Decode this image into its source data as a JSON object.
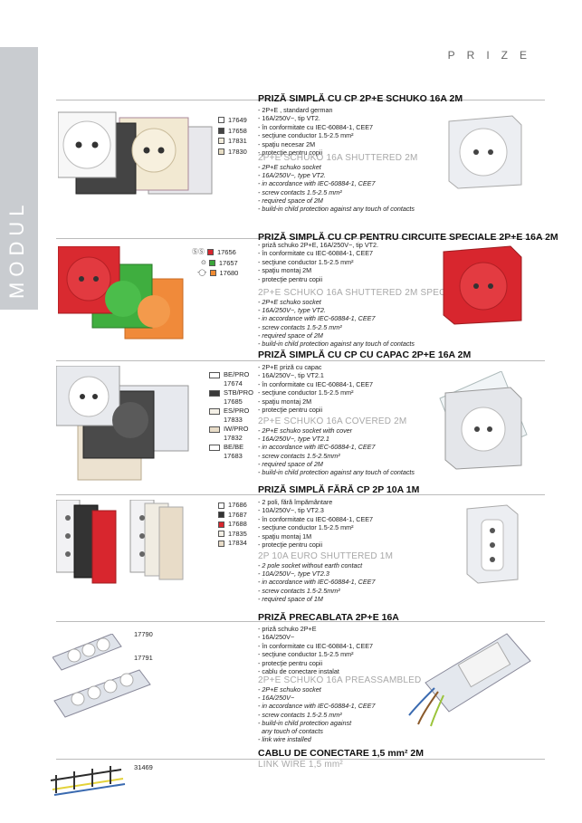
{
  "sidebar": {
    "label": "MODUL"
  },
  "category": "PRIZE",
  "products": [
    {
      "title": "PRIZĂ SIMPLĂ CU CP 2P+E SCHUKO 16A 2M",
      "ro": [
        "- 2P+E , standard german",
        "- 16A/250V~, tip VT2.",
        "- în conformitate cu IEC-60884-1, CEE7",
        "- secţiune conductor 1.5-2.5 mm²",
        "- spaţiu necesar 2M",
        "- protecţie pentru copii"
      ],
      "en_title": "2P+E SCHUKO 16A SHUTTERED 2M",
      "en": [
        "- 2P+E schuko socket",
        "- 16A/250V~, type VT2.",
        "- in accordance with IEC-60884-1, CEE7",
        "- screw contacts 1.5-2.5 mm²",
        "- required space of 2M",
        "- build-in child protection against any touch of contacts"
      ],
      "codes": [
        {
          "code": "17649",
          "color": "#ffffff"
        },
        {
          "code": "17658",
          "color": "#444444"
        },
        {
          "code": "17831",
          "color": "#f2ecdc"
        },
        {
          "code": "17830",
          "color": "#e7ddc4"
        }
      ]
    },
    {
      "title": "PRIZĂ SIMPLĂ CU CP PENTRU CIRCUITE SPECIALE 2P+E 16A 2M",
      "ro": [
        "- priză schuko 2P+E, 16A/250V~, tip VT2.",
        "- în conformitate cu IEC-60884-1, CEE7",
        "- secţiune conductor 1.5-2.5 mm²",
        "- spaţiu montaj 2M",
        "- protecţie pentru copii"
      ],
      "en_title": "2P+E SCHUKO 16A SHUTTERED 2M SPECIAL",
      "en": [
        "- 2P+E schuko socket",
        "- 16A/250V~, type VT2.",
        "- in accordance with IEC-60884-1, CEE7",
        "- screw contacts 1.5-2.5 mm²",
        "- required space of 2M",
        "- build-in child protection against any touch of contacts"
      ],
      "codes": [
        {
          "code": "17656",
          "color": "#d8262e",
          "symbol": "Ⓢ Ⓢ"
        },
        {
          "code": "17657",
          "color": "#3aa53a",
          "symbol": "⊙"
        },
        {
          "code": "17680",
          "color": "#ef8a32",
          "symbol": "-◯-"
        }
      ]
    },
    {
      "title": "PRIZĂ SIMPLĂ CU CP CU CAPAC 2P+E 16A 2M",
      "ro": [
        "- 2P+E priză cu capac",
        "- 16A/250V~, tip VT2.1",
        "- în conformitate cu IEC-60884-1, CEE7",
        "- secţiune conductor 1.5-2.5 mm²",
        "- spaţiu montaj 2M",
        "- protecţie pentru copii"
      ],
      "en_title": "2P+E SCHUKO 16A COVERED 2M",
      "en": [
        "- 2P+E schuko socket with cover",
        "- 16A/250V~, type VT2.1",
        "- in accordance with IEC-60884-1, CEE7",
        "- screw contacts 1.5-2.5mm²",
        "- required space of 2M",
        "- build-in child protection against any touch of contacts"
      ],
      "codes": [
        {
          "line1": "BE/PRO",
          "line2": "17674",
          "color": "#ffffff"
        },
        {
          "line1": "STB/PRO",
          "line2": "17685",
          "color": "#3a3a3a"
        },
        {
          "line1": "ES/PRO",
          "line2": "17833",
          "color": "#f4f0e6"
        },
        {
          "line1": "IW/PRO",
          "line2": "17832",
          "color": "#e8dcc8"
        },
        {
          "line1": "BE/BE",
          "line2": "17683",
          "color": "#ffffff"
        }
      ]
    },
    {
      "title": "PRIZĂ SIMPLĂ FĂRĂ CP 2P 10A 1M",
      "ro": [
        "- 2 poli, fără împământare",
        "- 10A/250V~, tip VT2.3",
        "- în conformitate cu IEC-60884-1, CEE7",
        "- secţiune conductor 1.5-2.5 mm²",
        "- spaţiu montaj 1M",
        "- protecţie pentru copii"
      ],
      "en_title": "2P 10A EURO SHUTTERED 1M",
      "en": [
        "- 2 pole socket without earth contact",
        "- 10A/250V~, type VT2.3",
        "- in accordance with IEC-60884-1, CEE7",
        "- screw contacts 1.5-2.5mm²",
        "- required space of 1M"
      ],
      "codes": [
        {
          "code": "17686",
          "color": "#ffffff"
        },
        {
          "code": "17687",
          "color": "#333333"
        },
        {
          "code": "17688",
          "color": "#d8262e"
        },
        {
          "code": "17835",
          "color": "#f4f0e6"
        },
        {
          "code": "17834",
          "color": "#e8dcc8"
        }
      ]
    },
    {
      "title": "PRIZĂ PRECABLATA 2P+E 16A",
      "ro": [
        "- priză schuko 2P+E",
        "- 16A/250V~",
        "- în conformitate cu IEC-60884-1, CEE7",
        "- secţiune conductor 1.5-2.5 mm²",
        "- protecţie pentru copii",
        "- cablu de conectare instalat"
      ],
      "en_title": "2P+E SCHUKO 16A PREASSAMBLED",
      "en": [
        "- 2P+E schuko socket",
        "- 16A/250V~",
        "- in accordance with IEC-60884-1, CEE7",
        "- screw contacts 1.5-2.5 mm²",
        "- build-in child protection against",
        "  any touch of contacts",
        "- link wire installed"
      ],
      "codes": [
        {
          "code": "17790"
        },
        {
          "code": "17791"
        }
      ]
    },
    {
      "title": "CABLU DE CONECTARE 1,5 mm²  2M",
      "en_title": "LINK WIRE 1,5 mm²",
      "codes": [
        {
          "code": "31469"
        }
      ]
    }
  ]
}
